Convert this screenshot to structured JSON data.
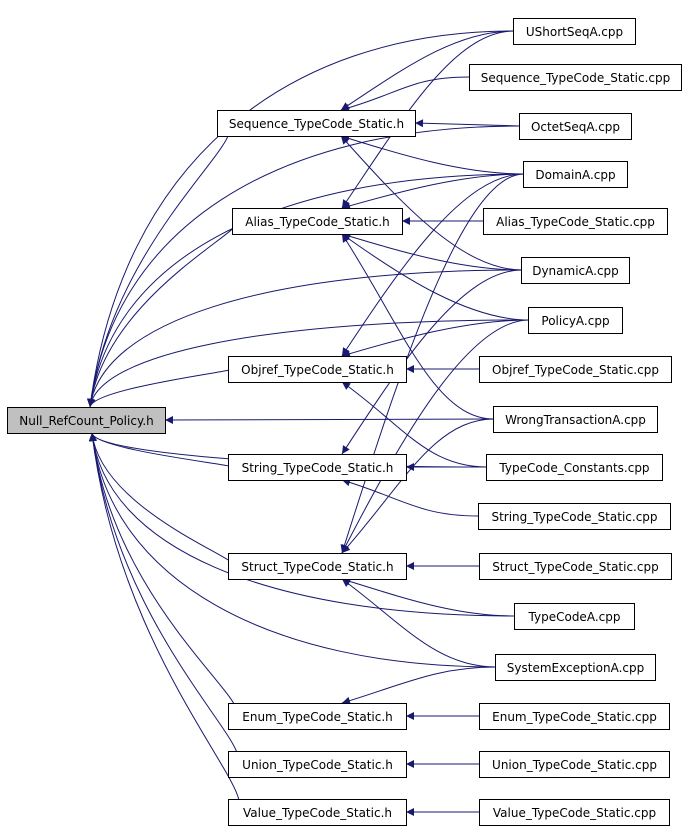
{
  "colors": {
    "edge": "#191970",
    "root_fill": "#c0c0c0",
    "node_fill": "#ffffff",
    "border": "#000000"
  },
  "nodes": {
    "root": "Null_RefCount_Policy.h",
    "sequence_h": "Sequence_TypeCode_Static.h",
    "alias_h": "Alias_TypeCode_Static.h",
    "objref_h": "Objref_TypeCode_Static.h",
    "string_h": "String_TypeCode_Static.h",
    "struct_h": "Struct_TypeCode_Static.h",
    "enum_h": "Enum_TypeCode_Static.h",
    "union_h": "Union_TypeCode_Static.h",
    "value_h": "Value_TypeCode_Static.h",
    "ushortseqa": "UShortSeqA.cpp",
    "sequence_cpp": "Sequence_TypeCode_Static.cpp",
    "octetseqa": "OctetSeqA.cpp",
    "domaina": "DomainA.cpp",
    "alias_cpp": "Alias_TypeCode_Static.cpp",
    "dynamica": "DynamicA.cpp",
    "policya": "PolicyA.cpp",
    "objref_cpp": "Objref_TypeCode_Static.cpp",
    "wrongtransactiona": "WrongTransactionA.cpp",
    "typecode_constants": "TypeCode_Constants.cpp",
    "string_cpp": "String_TypeCode_Static.cpp",
    "struct_cpp": "Struct_TypeCode_Static.cpp",
    "typecodea": "TypeCodeA.cpp",
    "systemexceptiona": "SystemExceptionA.cpp",
    "enum_cpp": "Enum_TypeCode_Static.cpp",
    "union_cpp": "Union_TypeCode_Static.cpp",
    "value_cpp": "Value_TypeCode_Static.cpp"
  },
  "edges": [
    [
      "sequence_h",
      "root"
    ],
    [
      "alias_h",
      "root"
    ],
    [
      "objref_h",
      "root"
    ],
    [
      "string_h",
      "root"
    ],
    [
      "struct_h",
      "root"
    ],
    [
      "enum_h",
      "root"
    ],
    [
      "union_h",
      "root"
    ],
    [
      "value_h",
      "root"
    ],
    [
      "ushortseqa",
      "root"
    ],
    [
      "octetseqa",
      "root"
    ],
    [
      "domaina",
      "root"
    ],
    [
      "dynamica",
      "root"
    ],
    [
      "policya",
      "root"
    ],
    [
      "wrongtransactiona",
      "root"
    ],
    [
      "typecode_constants",
      "root"
    ],
    [
      "typecodea",
      "root"
    ],
    [
      "systemexceptiona",
      "root"
    ],
    [
      "ushortseqa",
      "sequence_h"
    ],
    [
      "sequence_cpp",
      "sequence_h"
    ],
    [
      "octetseqa",
      "sequence_h"
    ],
    [
      "domaina",
      "sequence_h"
    ],
    [
      "dynamica",
      "sequence_h"
    ],
    [
      "ushortseqa",
      "alias_h"
    ],
    [
      "domaina",
      "alias_h"
    ],
    [
      "alias_cpp",
      "alias_h"
    ],
    [
      "dynamica",
      "alias_h"
    ],
    [
      "policya",
      "alias_h"
    ],
    [
      "wrongtransactiona",
      "alias_h"
    ],
    [
      "domaina",
      "objref_h"
    ],
    [
      "policya",
      "objref_h"
    ],
    [
      "objref_cpp",
      "objref_h"
    ],
    [
      "typecode_constants",
      "objref_h"
    ],
    [
      "dynamica",
      "string_h"
    ],
    [
      "typecode_constants",
      "string_h"
    ],
    [
      "string_cpp",
      "string_h"
    ],
    [
      "domaina",
      "struct_h"
    ],
    [
      "policya",
      "struct_h"
    ],
    [
      "wrongtransactiona",
      "struct_h"
    ],
    [
      "struct_cpp",
      "struct_h"
    ],
    [
      "typecodea",
      "struct_h"
    ],
    [
      "systemexceptiona",
      "struct_h"
    ],
    [
      "systemexceptiona",
      "enum_h"
    ],
    [
      "enum_cpp",
      "enum_h"
    ],
    [
      "union_cpp",
      "union_h"
    ],
    [
      "value_cpp",
      "value_h"
    ]
  ]
}
